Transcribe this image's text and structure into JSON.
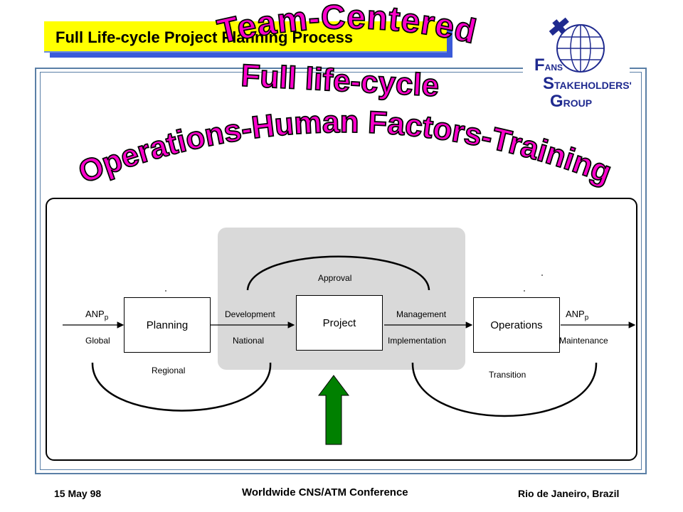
{
  "header": {
    "title": "Full Life-cycle Project Planning Process"
  },
  "wordart": {
    "line1": "Team-Centered",
    "line2": "Full life-cycle",
    "line3": "Operations-Human Factors-Training"
  },
  "logo": {
    "f": "F",
    "ans": "ANS",
    "s": "S",
    "takeholders": "TAKEHOLDERS'",
    "g": "G",
    "roup": "ROUP"
  },
  "diagram": {
    "nodes": {
      "planning": "Planning",
      "project": "Project",
      "operations": "Operations"
    },
    "labels": {
      "anp_left": "ANP",
      "anp_left_sub": "p",
      "global": "Global",
      "development": "Development",
      "national": "National",
      "regional": "Regional",
      "approval": "Approval",
      "management": "Management",
      "implementation": "Implementation",
      "transition": "Transition",
      "anp_right": "ANP",
      "anp_right_sub": "p",
      "maintenance": "Maintenance"
    }
  },
  "footer": {
    "date": "15 May 98",
    "conference": "Worldwide CNS/ATM Conference",
    "location": "Rio de Janeiro, Brazil"
  },
  "colors": {
    "title_bg": "#ffff00",
    "title_shadow": "#3a5bd9",
    "wordart_fill": "#ff00cc",
    "arrow_green": "#008000",
    "logo_blue": "#1f2a8f",
    "panel_grey": "#d9d9d9"
  },
  "icons": [
    "satellite-icon",
    "globe-icon",
    "up-arrow-icon"
  ]
}
